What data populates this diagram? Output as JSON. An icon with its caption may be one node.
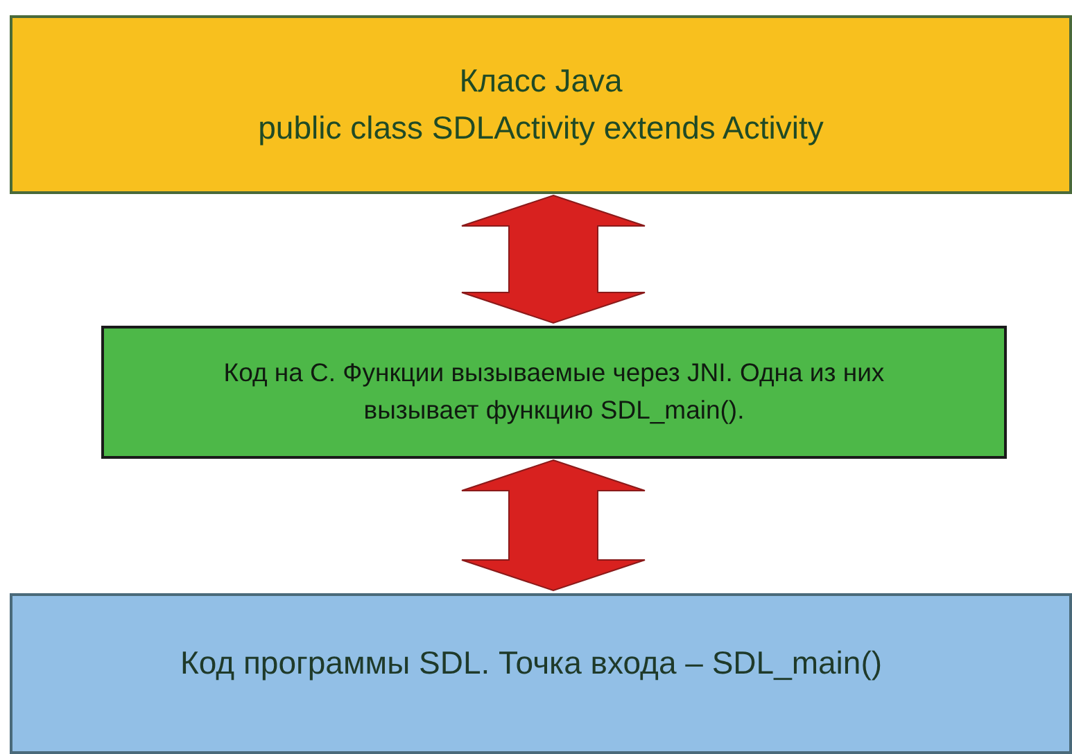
{
  "diagram": {
    "nodes": [
      {
        "text": [
          "Класс Java",
          "public class SDLActivity extends Activity"
        ]
      },
      {
        "text": [
          "Код на С. Функции вызываемые через JNI. Одна из них вызывает функцию SDL_main()."
        ]
      },
      {
        "text": [
          "Код программы SDL. Точка входа – SDL_main()"
        ]
      }
    ],
    "edges": [
      {
        "from": 0,
        "to": 1,
        "arrow": "both"
      },
      {
        "from": 1,
        "to": 2,
        "arrow": "both"
      }
    ]
  }
}
